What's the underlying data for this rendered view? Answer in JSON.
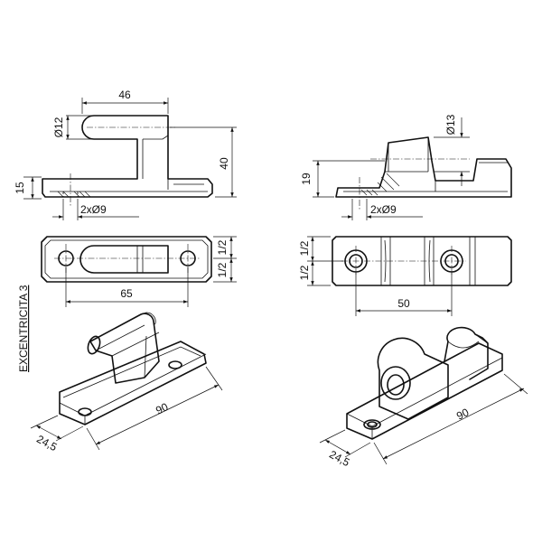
{
  "left_part": {
    "dim_width_top": "46",
    "dim_pin_diameter": "Ø12",
    "dim_height": "40",
    "dim_base_height": "15",
    "dim_holes": "2xØ9",
    "dim_half_top": "1/2",
    "dim_half_bottom": "1/2",
    "dim_hole_spacing": "65",
    "iso_length": "90",
    "iso_width": "24,5"
  },
  "right_part": {
    "dim_bore": "Ø13",
    "dim_height": "19",
    "dim_holes": "2xØ9",
    "dim_half_top": "1/2",
    "dim_half_bottom": "1/2",
    "dim_hole_spacing": "50",
    "iso_length": "90",
    "iso_width": "24,5"
  },
  "side_label": "EXCENTRICITA 3"
}
